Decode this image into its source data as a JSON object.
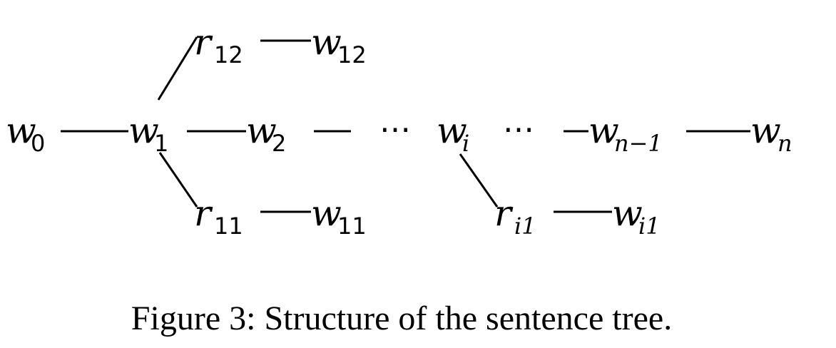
{
  "nodes": {
    "w0": {
      "base": "w",
      "sub": "0"
    },
    "w1": {
      "base": "w",
      "sub": "1"
    },
    "w2": {
      "base": "w",
      "sub": "2"
    },
    "wi": {
      "base": "w",
      "sub": "i"
    },
    "wn1": {
      "base": "w",
      "sub": "n−1"
    },
    "wn": {
      "base": "w",
      "sub": "n"
    },
    "r12": {
      "base": "r",
      "sub": "12"
    },
    "w12": {
      "base": "w",
      "sub": "12"
    },
    "r11": {
      "base": "r",
      "sub": "11"
    },
    "w11": {
      "base": "w",
      "sub": "11"
    },
    "ri1": {
      "base": "r",
      "sub": "i1"
    },
    "wi1": {
      "base": "w",
      "sub": "i1"
    }
  },
  "ellipsis": "⋯",
  "caption": "Figure 3: Structure of the sentence tree."
}
